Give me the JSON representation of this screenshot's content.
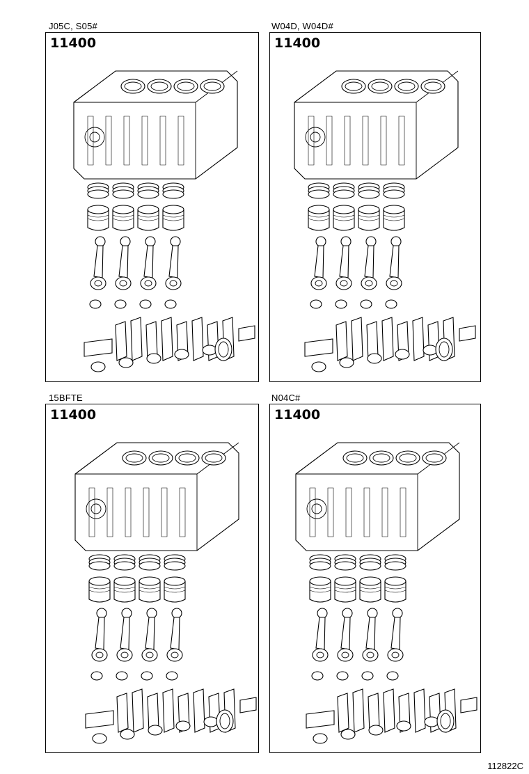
{
  "panels": [
    {
      "caption": "J05C, S05#",
      "part_number": "11400"
    },
    {
      "caption": "W04D, W04D#",
      "part_number": "11400"
    },
    {
      "caption": "15BFTE",
      "part_number": "11400"
    },
    {
      "caption": "N04C#",
      "part_number": "11400"
    }
  ],
  "figure_number": "112822C"
}
